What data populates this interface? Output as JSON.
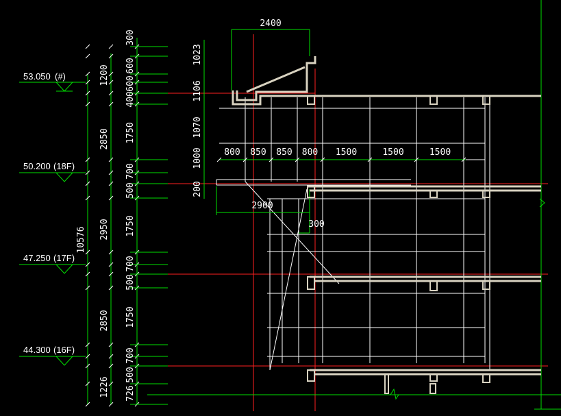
{
  "levels": [
    {
      "elev": "53.050",
      "tag": "(#)"
    },
    {
      "elev": "50.200",
      "tag": "(18F)"
    },
    {
      "elev": "47.250",
      "tag": "(17F)"
    },
    {
      "elev": "44.300",
      "tag": "(16F)"
    }
  ],
  "dims": {
    "overall": "10576",
    "chain_a": [
      "1200",
      "2850",
      "2950",
      "2850",
      "1226"
    ],
    "chain_b": [
      "300",
      "600",
      "600",
      "400",
      "1750",
      "700",
      "500",
      "1750",
      "700",
      "500",
      "1750",
      "700",
      "500",
      "726"
    ],
    "chain_c": [
      "1023",
      "1106",
      "1070",
      "1000",
      "200"
    ],
    "top_width": "2400",
    "bays": [
      "800",
      "850",
      "850",
      "800",
      "1500",
      "1500",
      "1500"
    ],
    "canopy_width": "2900",
    "canopy_offset": "300"
  },
  "colors": {
    "background": "#000000",
    "lines": "#00ff00",
    "axis": "#ff0000",
    "structure": "#d8d2c0",
    "text": "#ffffff"
  }
}
